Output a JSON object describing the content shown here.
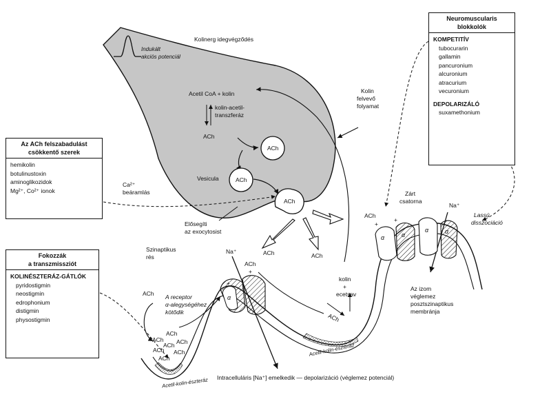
{
  "terminal": {
    "title": "Kolinerg idegvégződés",
    "action_potential": [
      "Indukált",
      "akciós potenciál"
    ],
    "synthesis": "Acetil CoA + kolin",
    "enzyme": [
      "kolin-acetil-",
      "transzferáz"
    ],
    "ach_label": "ACh",
    "ach_vesicle": "ACh",
    "vesicle_label": "Vesicula",
    "vesicle_ach": "ACh",
    "exo_ach": "ACh",
    "exocytosis": [
      "Elősegíti",
      "az exocytosist"
    ]
  },
  "ca_influx": [
    "Ca²⁺",
    "beáramlás"
  ],
  "choline_uptake": [
    "Kolin",
    "felvevő",
    "folyamat"
  ],
  "release_box": {
    "title": [
      "Az ACh felszabadulást",
      "csökkentő szerek"
    ],
    "items": [
      "hemikolin",
      "botulinustoxin",
      "aminoglikozidok",
      "Mg²⁺, Co²⁺ ionok"
    ]
  },
  "nm_box": {
    "title": [
      "Neuromuscularis",
      "blokkolók"
    ],
    "competitive": "KOMPETITÍV",
    "competitive_items": [
      "tubocurarin",
      "gallamin",
      "pancuronium",
      "alcuronium",
      "atracurium",
      "vecuronium"
    ],
    "depolarizing": "DEPOLARIZÁLÓ",
    "depolarizing_items": [
      "suxamethonium"
    ]
  },
  "enhance_box": {
    "title": [
      "Fokozzák",
      "a transzmissziót"
    ],
    "section": "KOLINÉSZTERÁZ-GÁTLÓK",
    "items": [
      "pyridostigmin",
      "neostigmin",
      "edrophonium",
      "distigmin",
      "physostigmin"
    ]
  },
  "cleft": {
    "label": [
      "Szinaptikus",
      "rés"
    ],
    "ach_a": "ACh",
    "ach_b": "ACh",
    "na_left": "Na⁺",
    "ach_left_top": "ACh",
    "ach_left": "ACh",
    "receptor_note": [
      "A receptor",
      "α-alegységéhez",
      "kötődik"
    ],
    "ach_cluster": [
      "ACh",
      "ACh",
      "ACh",
      "ACh",
      "ACh",
      "ACh",
      "ACh"
    ],
    "hydrolysis": [
      "kolin",
      "+",
      "ecetsav"
    ],
    "ach_enzyme": "ACh",
    "ach_right": "ACh",
    "na_right": "Na⁺",
    "closed_channel": [
      "Zárt",
      "csatorna"
    ],
    "slow_dissociation": [
      "Lassú",
      "disszociáció"
    ],
    "membrane": [
      "Az izom",
      "véglemez",
      "posztszinaptikus",
      "membránja"
    ],
    "esterase_left": "Acetil-kolin-észteráz",
    "esterase_right": "Acetil-kolin-észteráz",
    "alpha": "α",
    "plus": "+",
    "intracellular": "Intracelluláris [Na⁺] emelkedik — depolarizáció (véglemez potenciál)"
  },
  "colors": {
    "terminal_fill": "#c6c6c6",
    "stroke": "#111111",
    "background": "#ffffff"
  }
}
